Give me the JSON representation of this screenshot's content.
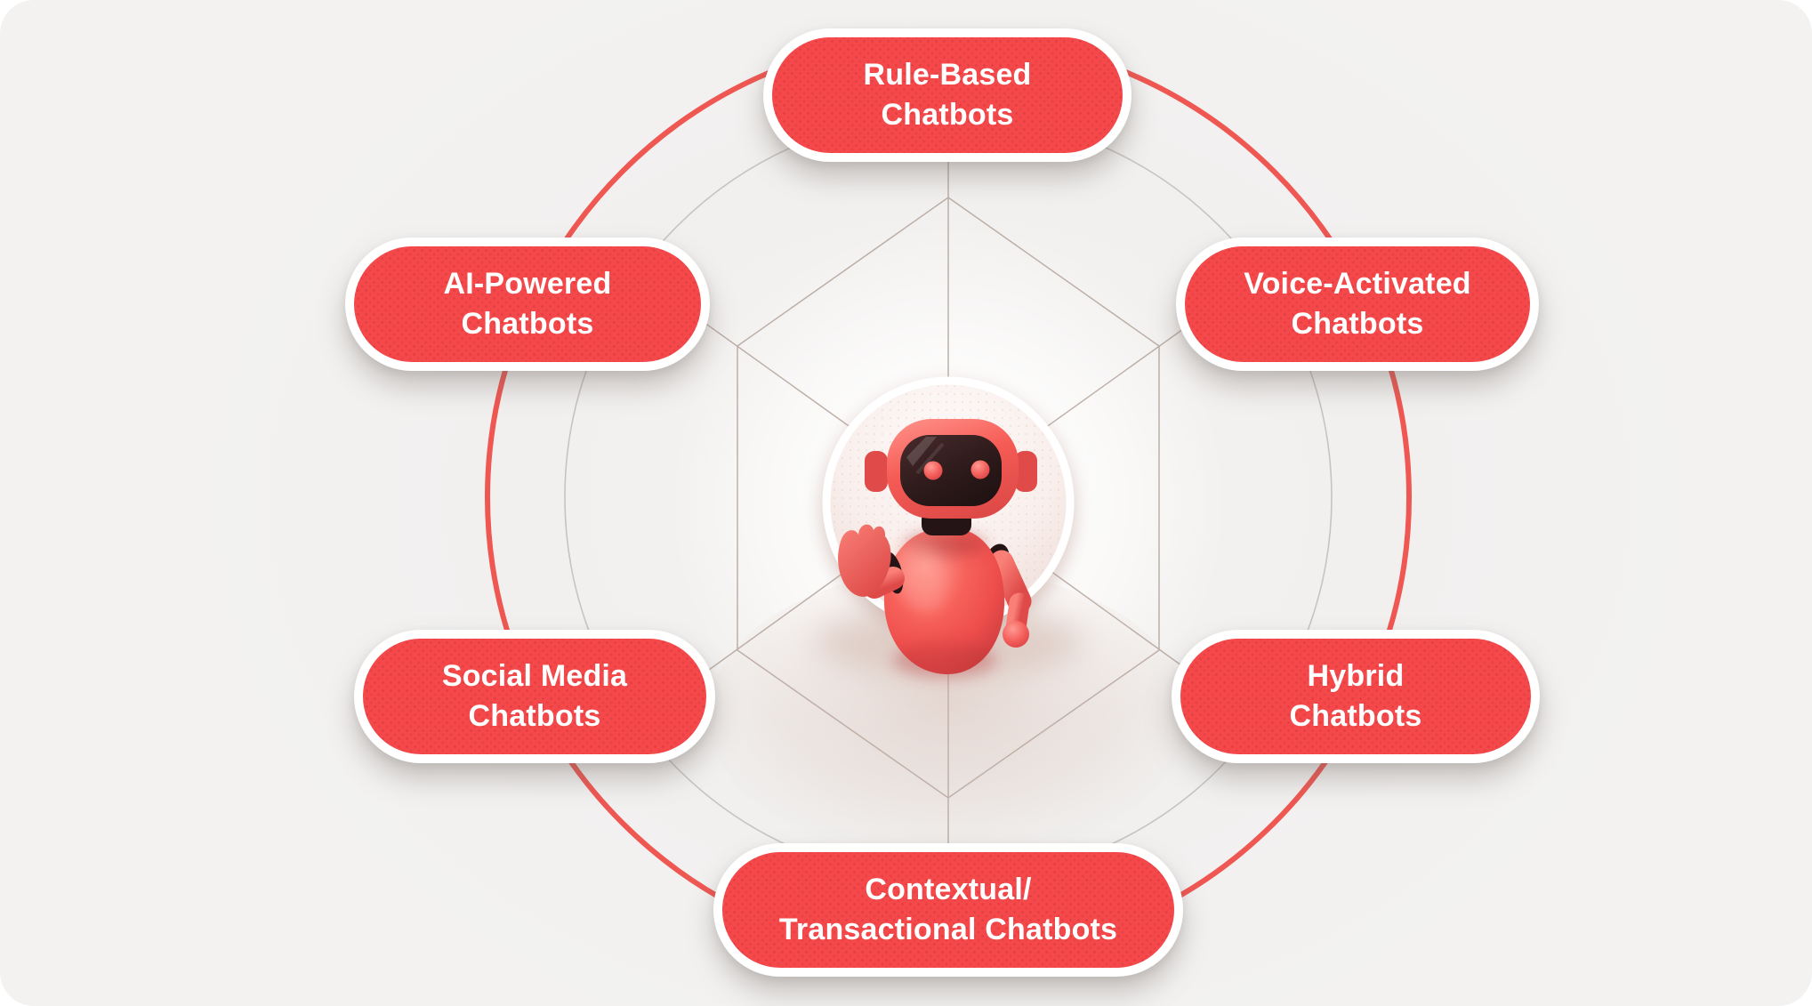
{
  "nodes": [
    {
      "id": "rule-based",
      "position": "top",
      "lines": [
        "Rule-Based",
        "Chatbots"
      ]
    },
    {
      "id": "ai-powered",
      "position": "upper-left",
      "lines": [
        "AI-Powered",
        "Chatbots"
      ]
    },
    {
      "id": "voice-activated",
      "position": "upper-right",
      "lines": [
        "Voice-Activated",
        "Chatbots"
      ]
    },
    {
      "id": "social-media",
      "position": "lower-left",
      "lines": [
        "Social Media",
        "Chatbots"
      ]
    },
    {
      "id": "hybrid",
      "position": "lower-right",
      "lines": [
        "Hybrid",
        "Chatbots"
      ]
    },
    {
      "id": "contextual-transactional",
      "position": "bottom",
      "lines": [
        "Contextual/",
        "Transactional Chatbots"
      ]
    }
  ],
  "center": {
    "illustration": "chatbot-robot-3d"
  },
  "colors": {
    "node_fill": "#f4484a",
    "node_border": "#ffffff",
    "node_text": "#ffffff",
    "outer_ring": "#ef5752",
    "inner_ring": "#c6c4c3",
    "web_lines": "#b3a49b",
    "robot_red": "#f4544f",
    "robot_face": "#2e1b19",
    "canvas_bg": "#f2f1f0",
    "page_bg": "#ffffff"
  }
}
